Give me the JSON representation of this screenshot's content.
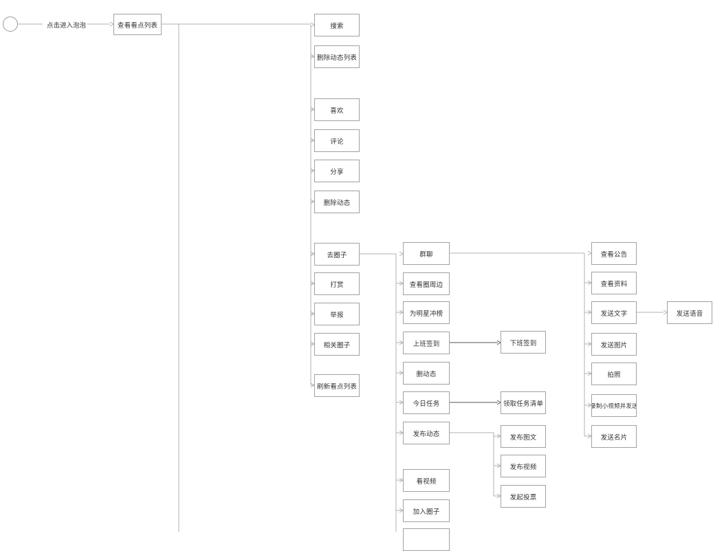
{
  "diagram": {
    "start_label": "点击进入泡泡",
    "root": "查看看点列表",
    "level1": [
      "搜索",
      "删除动态列表",
      "喜欢",
      "评论",
      "分享",
      "删除动态",
      "去圈子",
      "打赏",
      "举报",
      "相关圈子",
      "刷新看点列表"
    ],
    "circle": [
      "群聊",
      "查看圈周边",
      "为明星冲榜",
      "上班签到",
      "删动态",
      "今日任务",
      "发布动态",
      "看视频",
      "加入圈子"
    ],
    "circle_sub": {
      "checkin_after": "下班签到",
      "task_after": "领取任务清单",
      "post": [
        "发布图文",
        "发布视频",
        "发起投票"
      ]
    },
    "chat": [
      "查看公告",
      "查看资料",
      "发送文字",
      "发送图片",
      "拍照",
      "录制小视频并发送",
      "发送名片"
    ],
    "chat_text_after": "发送语音"
  }
}
